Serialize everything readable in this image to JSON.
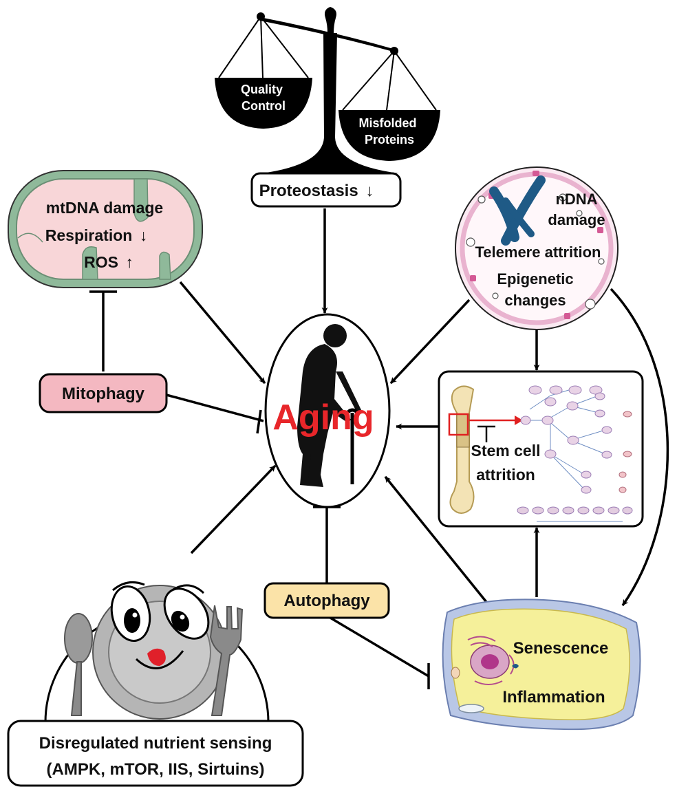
{
  "center": {
    "label": "Aging",
    "color": "#e8262a"
  },
  "proteostasis": {
    "left_pan": [
      "Quality",
      "Control"
    ],
    "right_pan": [
      "Misfolded",
      "Proteins"
    ],
    "label": "Proteostasis",
    "arrow": "↓"
  },
  "mitochondria": {
    "line1": "mtDNA damage",
    "line2": "Respiration",
    "line2_arrow": "↓",
    "line3": "ROS",
    "line3_arrow": "↑"
  },
  "nucleus": {
    "line1": "nDNA",
    "line2": "damage",
    "line3": "Telemere attrition",
    "line4": "Epigenetic",
    "line5": "changes"
  },
  "mitophagy": {
    "label": "Mitophagy",
    "color": "#f4b8c1"
  },
  "autophagy": {
    "label": "Autophagy",
    "color": "#fbe3a8"
  },
  "stem_cell": {
    "line1": "Stem cell",
    "line2": "attrition"
  },
  "senescence": {
    "line1": "Senescence",
    "line2": "Inflammation"
  },
  "nutrient": {
    "line1": "Disregulated nutrient sensing",
    "line2": "(AMPK, mTOR, IIS, Sirtuins)"
  },
  "colors": {
    "mito_outer": "#8fb99a",
    "mito_inner": "#f8d6d8",
    "nucleus_membrane": "#e9b3cf",
    "dna": "#1f5a86",
    "senescence_fill": "#f5f09a",
    "senescence_rim": "#b9c7e6",
    "plate": "#b5b5b5",
    "tongue": "#e0202a"
  }
}
